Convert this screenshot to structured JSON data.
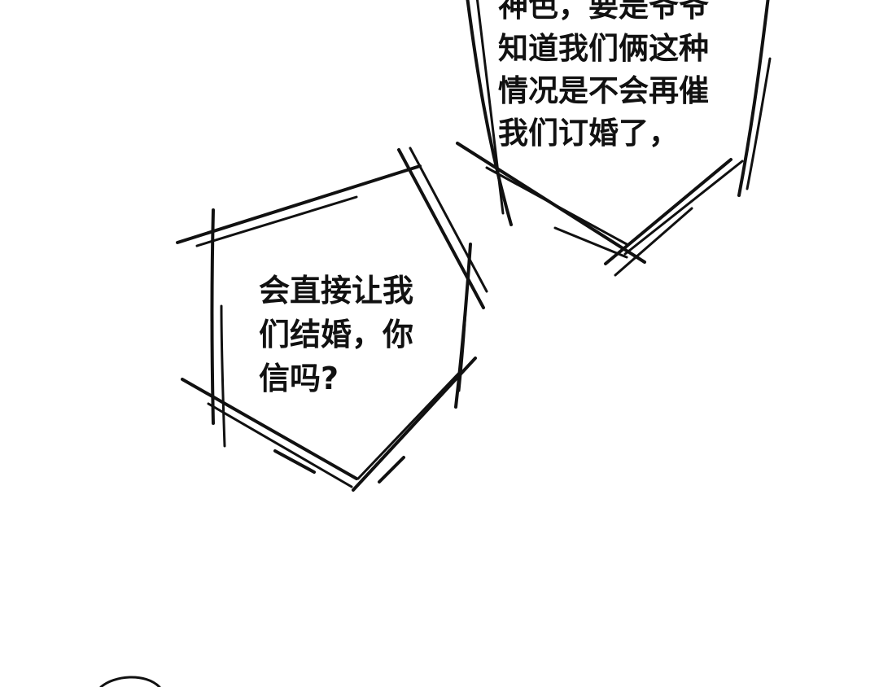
{
  "panel": {
    "background": "#ffffff",
    "ink": "#111111"
  },
  "bubbles": [
    {
      "shape": "pentagon-open-top",
      "lines": [
        "神色，要是爷爷",
        "知道我们俩这种",
        "情况是不会再催",
        "我们订婚了，"
      ]
    },
    {
      "shape": "pentagon",
      "lines": [
        "会直接让我",
        "们结婚，你",
        "信吗?"
      ]
    }
  ]
}
